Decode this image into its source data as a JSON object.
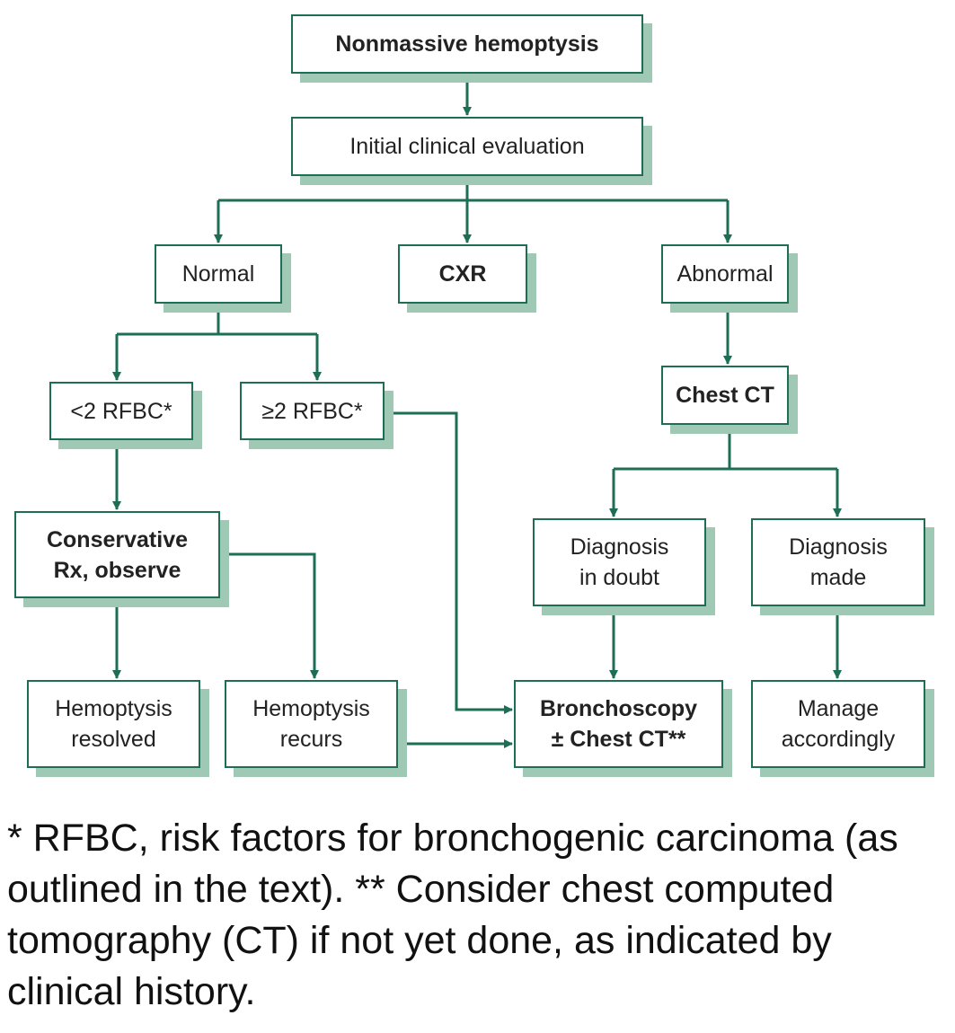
{
  "colors": {
    "line": "#1e6e56",
    "shadow": "#9fc9b4",
    "border": "#1e6e56"
  },
  "nodes": {
    "nonmassive": "Nonmassive hemoptysis",
    "initial_eval": "Initial clinical evaluation",
    "normal": "Normal",
    "cxr": "CXR",
    "abnormal": "Abnormal",
    "lt2_rfbc": "<2 RFBC*",
    "ge2_rfbc": "≥2 RFBC*",
    "chest_ct": "Chest CT",
    "conservative": {
      "line1": "Conservative",
      "line2": "Rx, observe"
    },
    "dx_doubt": {
      "line1": "Diagnosis",
      "line2": "in doubt"
    },
    "dx_made": {
      "line1": "Diagnosis",
      "line2": "made"
    },
    "resolved": {
      "line1": "Hemoptysis",
      "line2": "resolved"
    },
    "recurs": {
      "line1": "Hemoptysis",
      "line2": "recurs"
    },
    "bronchoscopy": {
      "line1": "Bronchoscopy",
      "line2": "± Chest CT**"
    },
    "manage": {
      "line1": "Manage",
      "line2": "accordingly"
    }
  },
  "footnote": "* RFBC, risk factors for bronchogenic carcinoma (as outlined in the text). ** Consider chest computed tomography (CT) if not yet done, as indicated by clinical history."
}
